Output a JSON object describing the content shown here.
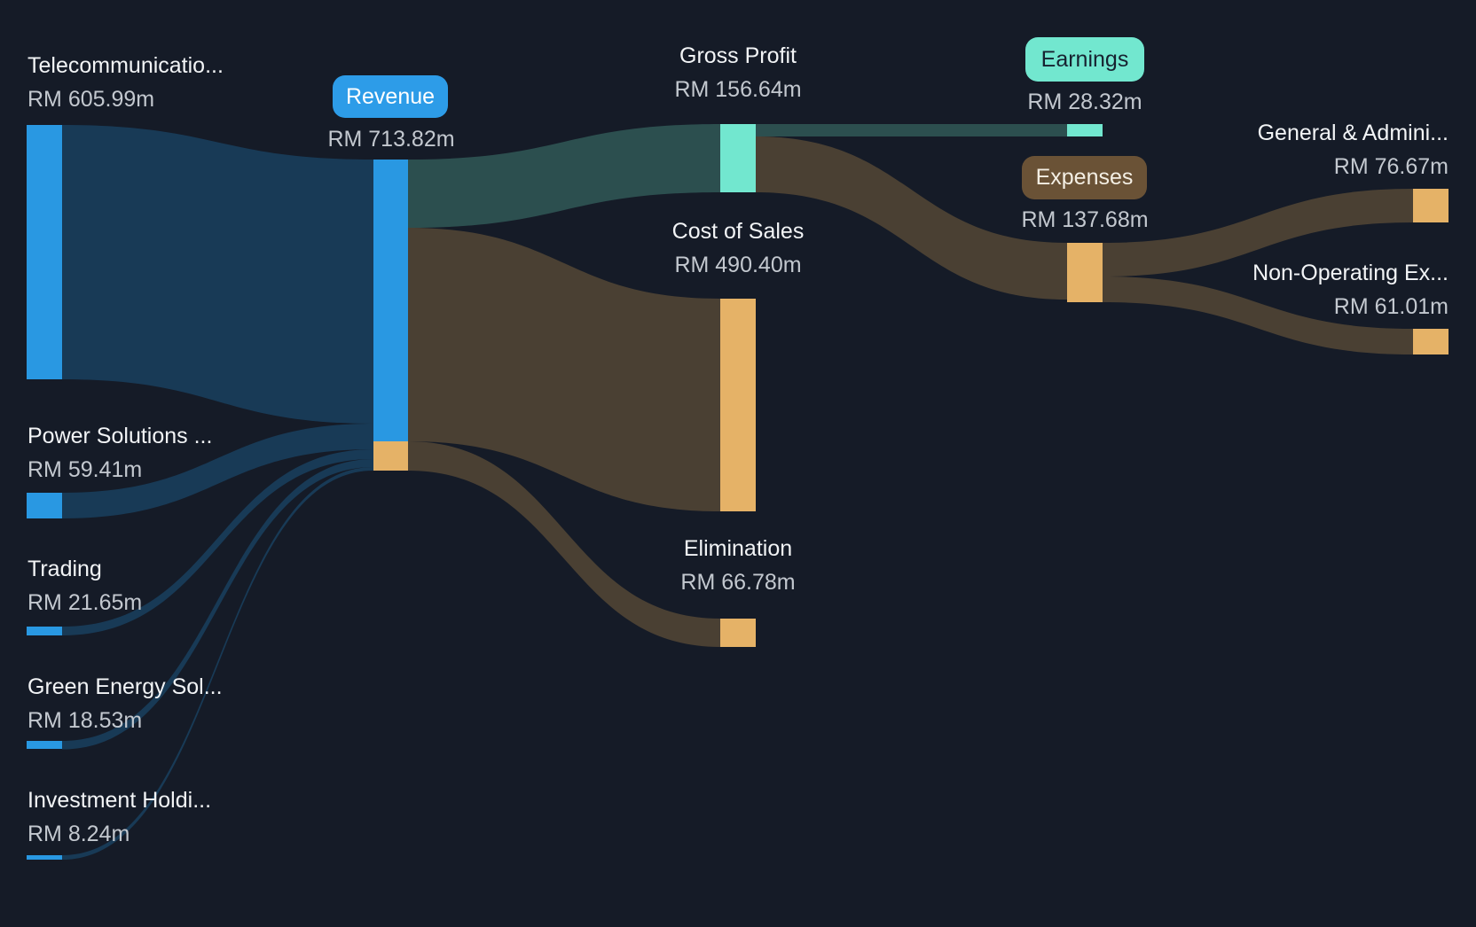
{
  "chart_data": {
    "type": "sankey",
    "description": "Revenue and expenses breakdown flow chart",
    "currency": "RM",
    "unit": "millions",
    "nodes": [
      {
        "id": "telecommunications",
        "label": "Telecommunicatio...",
        "value_label": "RM 605.99m",
        "value": 605.99,
        "color": "#2998E2"
      },
      {
        "id": "power_solutions",
        "label": "Power Solutions ...",
        "value_label": "RM 59.41m",
        "value": 59.41,
        "color": "#2998E2"
      },
      {
        "id": "trading",
        "label": "Trading",
        "value_label": "RM 21.65m",
        "value": 21.65,
        "color": "#2998E2"
      },
      {
        "id": "green_energy",
        "label": "Green Energy Sol...",
        "value_label": "RM 18.53m",
        "value": 18.53,
        "color": "#2998E2"
      },
      {
        "id": "investment_holding",
        "label": "Investment Holdi...",
        "value_label": "RM 8.24m",
        "value": 8.24,
        "color": "#2998E2"
      },
      {
        "id": "revenue",
        "label": "Revenue",
        "value_label": "RM 713.82m",
        "value": 713.82,
        "color": "#2998E2",
        "badge": true
      },
      {
        "id": "gross_profit",
        "label": "Gross Profit",
        "value_label": "RM 156.64m",
        "value": 156.64,
        "color": "#72E7CF"
      },
      {
        "id": "cost_of_sales",
        "label": "Cost of Sales",
        "value_label": "RM 490.40m",
        "value": 490.4,
        "color": "#E5B267"
      },
      {
        "id": "elimination",
        "label": "Elimination",
        "value_label": "RM 66.78m",
        "value": 66.78,
        "color": "#E5B267"
      },
      {
        "id": "earnings",
        "label": "Earnings",
        "value_label": "RM 28.32m",
        "value": 28.32,
        "color": "#72E7CF",
        "badge": true
      },
      {
        "id": "expenses",
        "label": "Expenses",
        "value_label": "RM 137.68m",
        "value": 137.68,
        "color": "#E5B267",
        "badge": true
      },
      {
        "id": "general_admin",
        "label": "General & Admini...",
        "value_label": "RM 76.67m",
        "value": 76.67,
        "color": "#E5B267"
      },
      {
        "id": "non_operating",
        "label": "Non-Operating Ex...",
        "value_label": "RM 61.01m",
        "value": 61.01,
        "color": "#E5B267"
      }
    ],
    "links": [
      {
        "source": "telecommunications",
        "target": "revenue",
        "value": 605.99
      },
      {
        "source": "power_solutions",
        "target": "revenue",
        "value": 59.41
      },
      {
        "source": "trading",
        "target": "revenue",
        "value": 21.65
      },
      {
        "source": "green_energy",
        "target": "revenue",
        "value": 18.53
      },
      {
        "source": "investment_holding",
        "target": "revenue",
        "value": 8.24
      },
      {
        "source": "revenue",
        "target": "gross_profit",
        "value": 156.64
      },
      {
        "source": "revenue",
        "target": "cost_of_sales",
        "value": 490.4
      },
      {
        "source": "revenue",
        "target": "elimination",
        "value": 66.78
      },
      {
        "source": "gross_profit",
        "target": "earnings",
        "value": 28.32
      },
      {
        "source": "gross_profit",
        "target": "expenses",
        "value": null
      },
      {
        "source": "expenses",
        "target": "general_admin",
        "value": 76.67
      },
      {
        "source": "expenses",
        "target": "non_operating",
        "value": 61.01
      }
    ]
  },
  "colors": {
    "background": "#151B27",
    "blue_node": "#2998E2",
    "badge_blue": "#2D9CE8",
    "mint_node": "#72E7CF",
    "orange_node": "#E5B267",
    "brown_badge": "#6A5236",
    "flow_blue": "#183A56",
    "flow_teal": "#2C4F4F",
    "flow_brown": "#4A4033",
    "title_text": "#F2F4F6",
    "value_text": "#C3C8CF",
    "badge_dark_text": "#172230"
  }
}
